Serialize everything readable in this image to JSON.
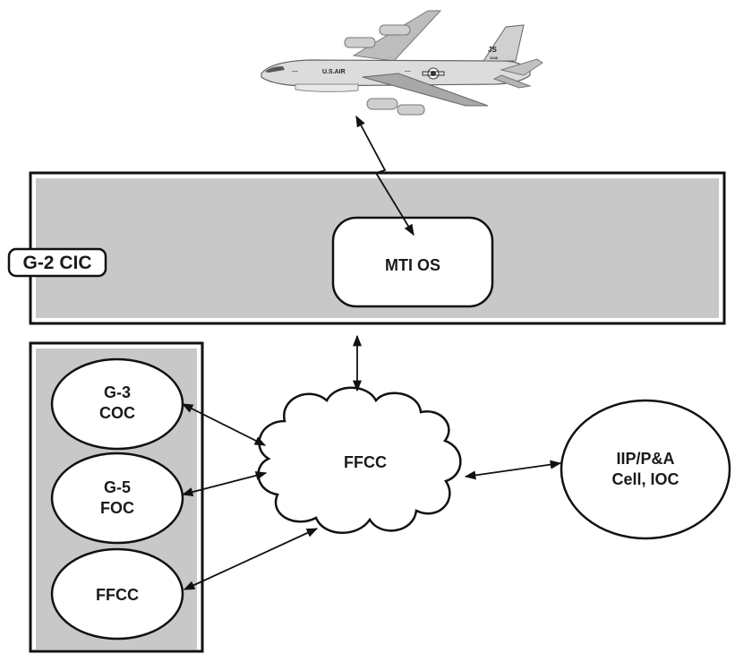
{
  "colors": {
    "panel_fill": "#c8c8c8",
    "stroke": "#111111",
    "node_fill": "#ffffff",
    "aircraft_body": "#d9d9d9",
    "aircraft_shadow": "#9a9a9a"
  },
  "aircraft": {
    "fuselage_text": "U.S.AIR",
    "tail_code": "JS",
    "tail_number": "1048",
    "icon": "jstars-aircraft-icon"
  },
  "g2_cic": {
    "label": "G-2 CIC"
  },
  "mti_os": {
    "label": "MTI OS"
  },
  "ffcc_cloud": {
    "label": "FFCC"
  },
  "left_nodes": {
    "g3": {
      "line1": "G-3",
      "line2": "COC"
    },
    "g5": {
      "line1": "G-5",
      "line2": "FOC"
    },
    "ffcc": {
      "label": "FFCC"
    }
  },
  "iip": {
    "line1": "IIP/P&A",
    "line2": "Cell, IOC"
  }
}
